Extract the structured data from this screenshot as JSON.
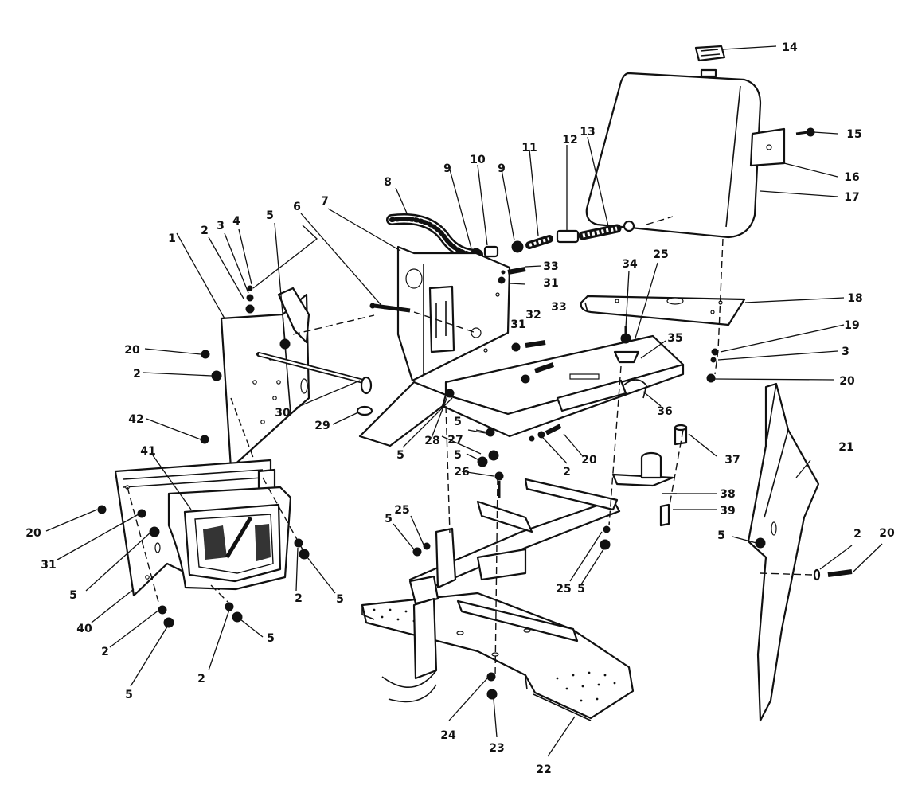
{
  "callouts": [
    "1",
    "2",
    "3",
    "4",
    "5",
    "6",
    "7",
    "8",
    "9",
    "10",
    "11",
    "12",
    "13",
    "14",
    "15",
    "16",
    "17",
    "18",
    "19",
    "20",
    "21",
    "22",
    "23",
    "24",
    "25",
    "26",
    "27",
    "28",
    "29",
    "30",
    "31",
    "32",
    "33",
    "34",
    "35",
    "36",
    "37",
    "38",
    "39",
    "40",
    "41",
    "42"
  ],
  "colors": {
    "ink": "#111111",
    "paper": "#ffffff"
  }
}
